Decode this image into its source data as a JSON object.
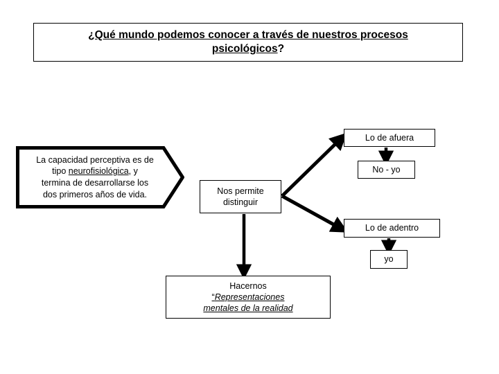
{
  "slide": {
    "background_color": "#ffffff",
    "ink_color": "#000000"
  },
  "title": {
    "line_1_underlined": "¿Qué mundo podemos conocer a través de nuestros procesos",
    "line_2_underlined": "psicológicos",
    "line_2_tail": "?"
  },
  "nodes": {
    "premise": {
      "text_line_1": "La capacidad perceptiva es de",
      "text_line_2_pre": "tipo ",
      "text_line_2_underlined": "neurofisiológica",
      "text_line_2_post": ", y",
      "text_line_3": "termina de desarrollarse los",
      "text_line_4": "dos primeros años de vida."
    },
    "center": {
      "line_1": "Nos permite",
      "line_2": "distinguir"
    },
    "lo_afuera": {
      "label": "Lo de afuera"
    },
    "no_yo": {
      "label": "No - yo"
    },
    "lo_adentro": {
      "label": "Lo de adentro"
    },
    "yo": {
      "label": "yo"
    },
    "hacernos": {
      "line_1": "Hacernos",
      "quote": "“",
      "line_2": "Representaciones",
      "line_3": "mentales de la realidad"
    }
  },
  "connectors": [
    {
      "name": "center-to-lo-afuera",
      "style": "thick-diagonal-up-right"
    },
    {
      "name": "center-to-lo-adentro",
      "style": "thick-diagonal-down-right"
    },
    {
      "name": "center-to-hacernos",
      "style": "thick-vertical-down"
    },
    {
      "name": "lo-afuera-to-no-yo",
      "style": "thick-short-vertical"
    },
    {
      "name": "lo-adentro-to-yo",
      "style": "thick-short-vertical"
    }
  ]
}
